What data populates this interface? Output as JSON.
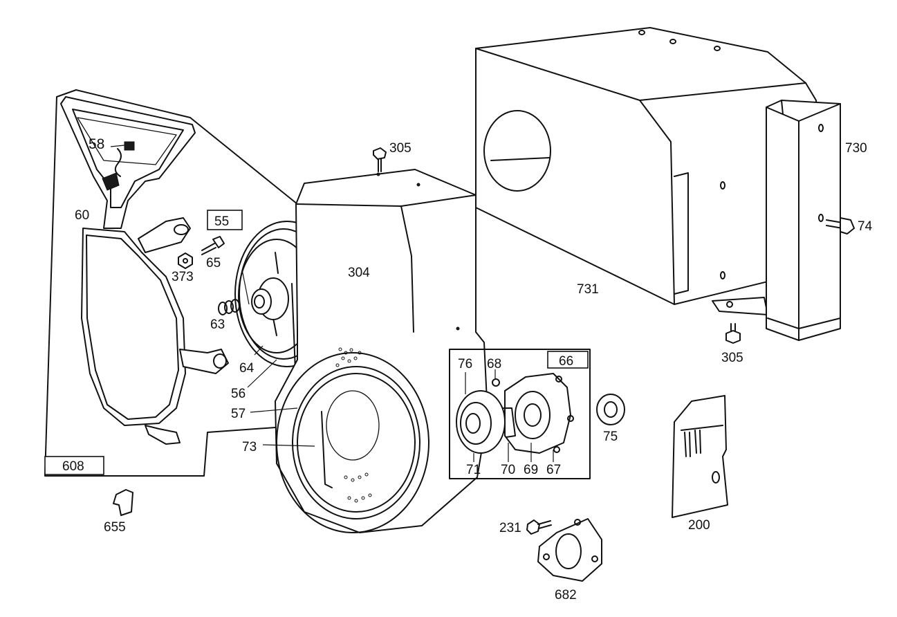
{
  "diagram": {
    "labels": {
      "p58": "58",
      "p60": "60",
      "p55": "55",
      "p65": "65",
      "p373": "373",
      "p63": "63",
      "p64": "64",
      "p56": "56",
      "p57": "57",
      "p73": "73",
      "p608": "608",
      "p655": "655",
      "p304": "304",
      "p305_top": "305",
      "p305_right": "305",
      "p731": "731",
      "p730": "730",
      "p74": "74",
      "p66": "66",
      "p76": "76",
      "p68": "68",
      "p71": "71",
      "p70": "70",
      "p69": "69",
      "p67": "67",
      "p75": "75",
      "p200": "200",
      "p231": "231",
      "p682": "682"
    }
  }
}
